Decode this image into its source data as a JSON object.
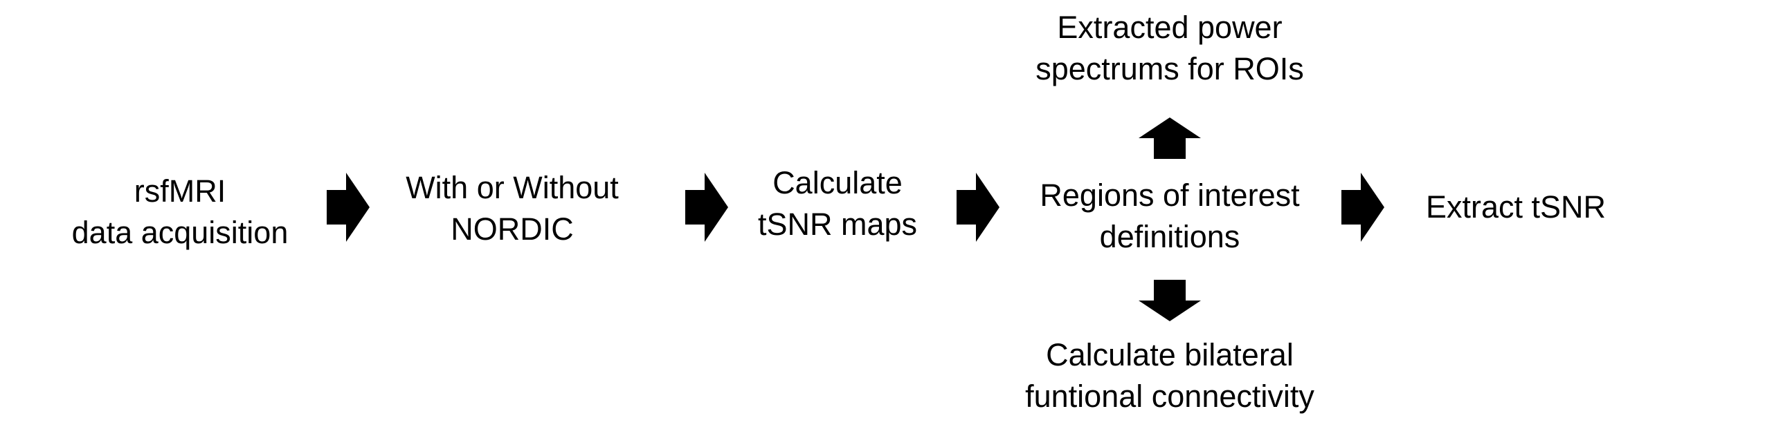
{
  "diagram": {
    "nodes": {
      "acquisition": {
        "lines": [
          "rsfMRI",
          "data acquisition"
        ]
      },
      "nordic": {
        "lines": [
          "With or Without",
          "NORDIC"
        ]
      },
      "tsnr_maps": {
        "lines": [
          "Calculate",
          "tSNR maps"
        ]
      },
      "roi": {
        "lines": [
          "Regions of interest",
          "definitions"
        ]
      },
      "extract_tsnr": {
        "lines": [
          "Extract tSNR"
        ]
      },
      "power_spectrums": {
        "lines": [
          "Extracted power",
          "spectrums for ROIs"
        ]
      },
      "connectivity": {
        "lines": [
          "Calculate bilateral",
          "funtional connectivity"
        ]
      }
    },
    "arrows": [
      {
        "name": "acquisition-to-nordic",
        "direction": "right"
      },
      {
        "name": "nordic-to-tsnr-maps",
        "direction": "right"
      },
      {
        "name": "tsnr-maps-to-roi",
        "direction": "right"
      },
      {
        "name": "roi-to-extract-tsnr",
        "direction": "right"
      },
      {
        "name": "roi-to-power-spectrums",
        "direction": "up"
      },
      {
        "name": "roi-to-connectivity",
        "direction": "down"
      }
    ],
    "colors": {
      "text": "#000000",
      "arrow": "#000000",
      "background": "#ffffff"
    }
  }
}
